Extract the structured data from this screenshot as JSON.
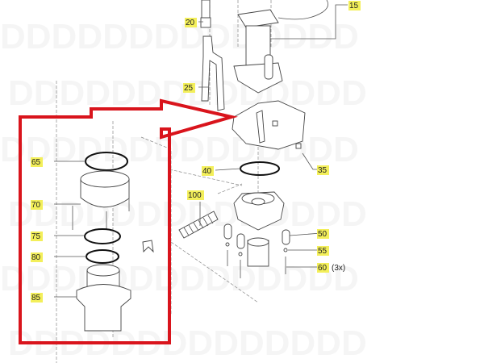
{
  "diagram": {
    "callouts": [
      {
        "id": "15",
        "label": "15"
      },
      {
        "id": "20",
        "label": "20"
      },
      {
        "id": "25",
        "label": "25"
      },
      {
        "id": "35",
        "label": "35"
      },
      {
        "id": "40",
        "label": "40"
      },
      {
        "id": "50",
        "label": "50"
      },
      {
        "id": "55",
        "label": "55"
      },
      {
        "id": "60",
        "label": "60",
        "qty": "(3x)"
      },
      {
        "id": "65",
        "label": "65"
      },
      {
        "id": "70",
        "label": "70"
      },
      {
        "id": "75",
        "label": "75"
      },
      {
        "id": "80",
        "label": "80"
      },
      {
        "id": "85",
        "label": "85"
      },
      {
        "id": "100",
        "label": "100"
      }
    ],
    "highlight_color": "#f3ef5a",
    "annotation_color": "#d9141c",
    "watermark": "DDDDDDDD"
  }
}
